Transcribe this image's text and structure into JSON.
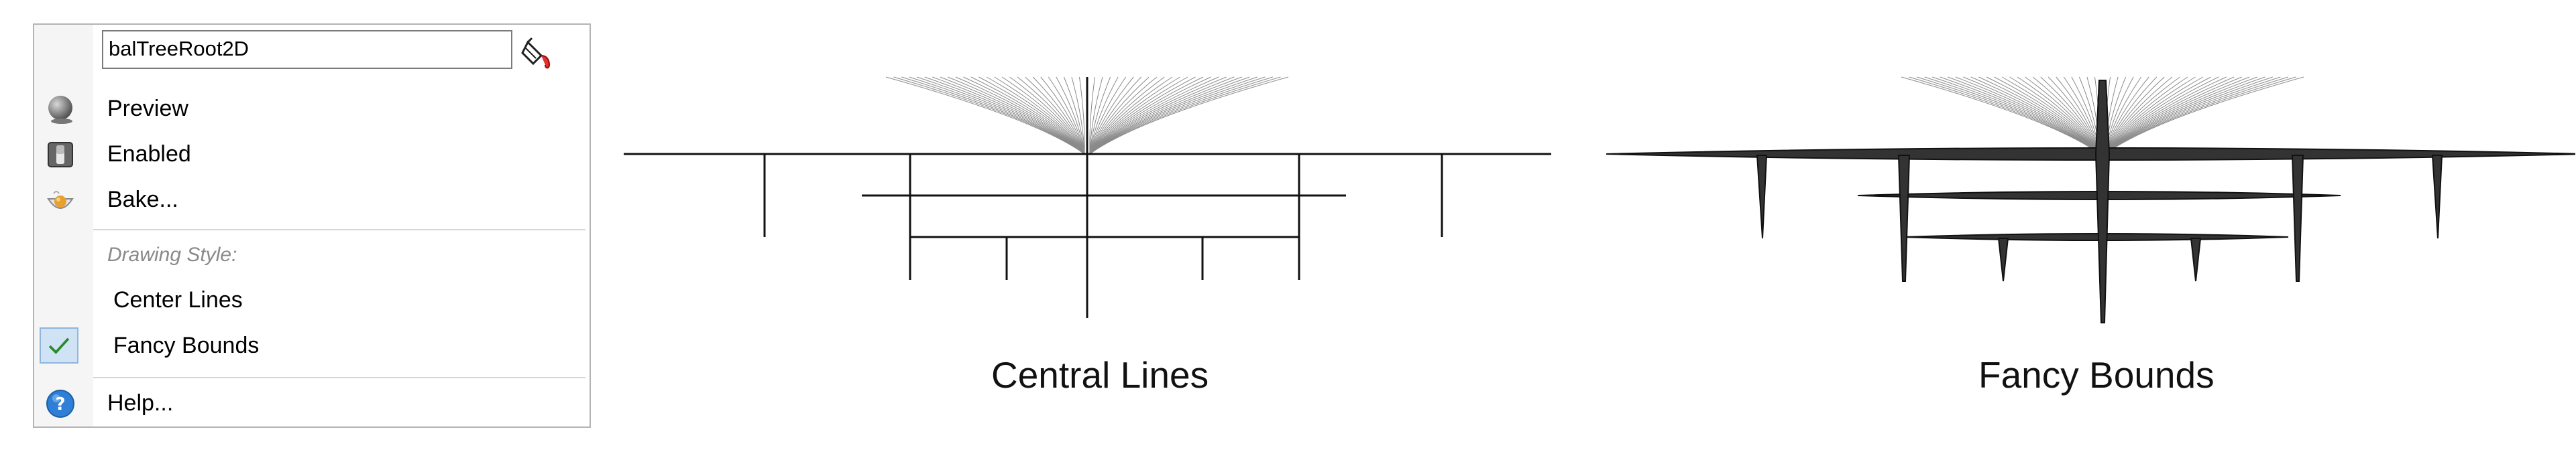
{
  "menu": {
    "name_field_value": "balTreeRoot2D",
    "items": {
      "preview": "Preview",
      "enabled": "Enabled",
      "bake": "Bake...",
      "drawing_style_header": "Drawing Style:",
      "center_lines": "Center Lines",
      "fancy_bounds": "Fancy Bounds",
      "help": "Help..."
    },
    "fancy_bounds_checked": true
  },
  "captions": {
    "left": "Central Lines",
    "right": "Fancy Bounds"
  },
  "colors": {
    "check_highlight": "#cfe3f5",
    "help_icon": "#2f7fd6",
    "tree_stroke": "#111111",
    "fan_stroke": "#8a8a8a"
  },
  "icons": {
    "fill": "paint-bucket-icon",
    "preview": "preview-sphere-icon",
    "enabled": "enabled-switch-icon",
    "bake": "bake-icon",
    "check": "checkmark-icon",
    "help": "help-question-icon"
  }
}
